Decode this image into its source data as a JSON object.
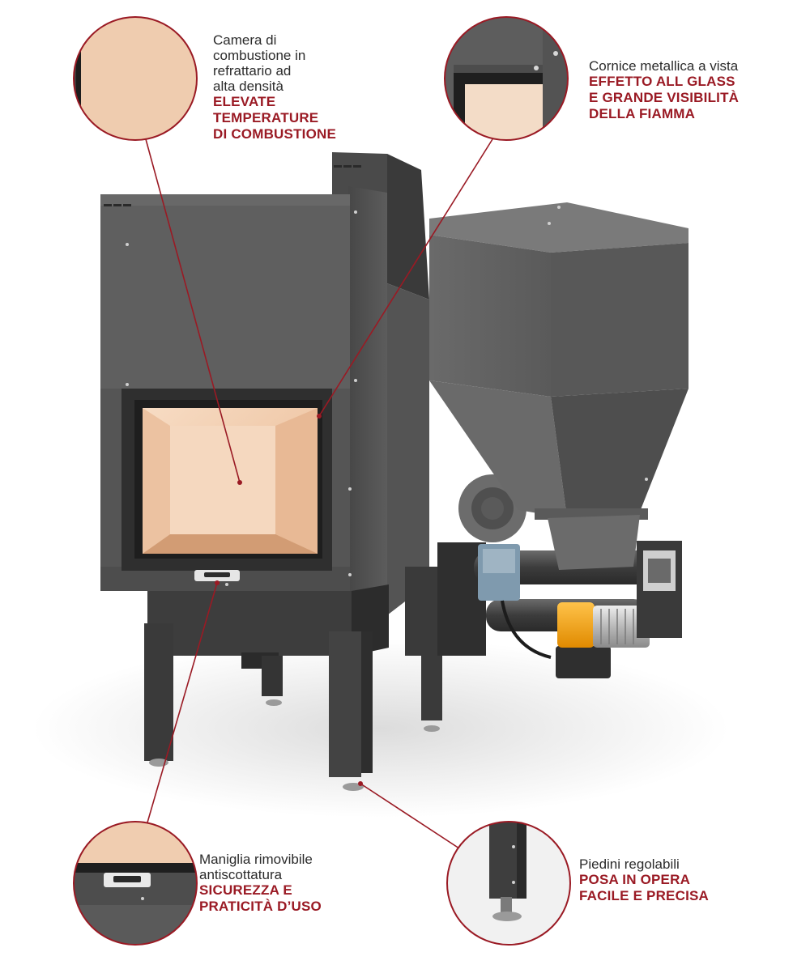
{
  "callouts": {
    "combustion": {
      "plain": "Camera di\ncombustione in\nrefrattario ad\nalta densità",
      "strong": "ELEVATE\nTEMPERATURE\nDI COMBUSTIONE"
    },
    "frame": {
      "plain": "Cornice metallica a vista",
      "strong": "EFFETTO ALL GLASS\nE GRANDE VISIBILITÀ\nDELLA FIAMMA"
    },
    "handle": {
      "plain": "Maniglia rimovibile\nantiscottatura",
      "strong": "SICUREZZA E\nPRATICITÀ D’USO"
    },
    "feet": {
      "plain": "Piedini regolabili",
      "strong": "POSA IN OPERA\nFACILE E PRECISA"
    }
  },
  "colors": {
    "accent": "#9a1a24",
    "body": "#5e5e5e",
    "body_dark": "#3f3f3f",
    "fire": "#f1cdb0",
    "motor": "#f2a51a"
  }
}
